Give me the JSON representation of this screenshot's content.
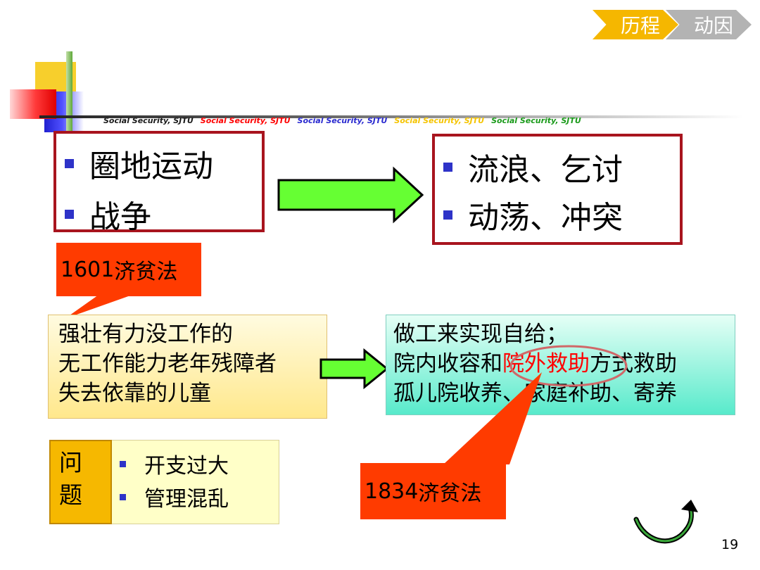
{
  "nav": {
    "current": "历程",
    "next": "动因"
  },
  "banner": [
    {
      "text": "Social Security,  SJTU",
      "color": "#1a1a1a"
    },
    {
      "text": "Social Security,  SJTU",
      "color": "#ff0000"
    },
    {
      "text": "Social Security,  SJTU",
      "color": "#2a2ad0"
    },
    {
      "text": "Social Security,  SJTU",
      "color": "#f5c400"
    },
    {
      "text": "Social Security,  SJTU",
      "color": "#1a9a1a"
    }
  ],
  "causes": [
    "圈地运动",
    "战争"
  ],
  "effects": [
    "流浪、乞讨",
    "动荡、冲突"
  ],
  "law1601": {
    "year": "1601",
    "name": "济贫法"
  },
  "groups": [
    "强壮有力没工作的",
    "无工作能力老年残障者",
    "失去依靠的儿童"
  ],
  "measures": {
    "line1": "做工来实现自给；",
    "line2_before": "院内收容和",
    "line2_highlight": "院外救助",
    "line2_after": "方式救助",
    "line3": "孤儿院收养、家庭补助、寄养"
  },
  "problem": {
    "label_1": "问",
    "label_2": "题",
    "items": [
      "开支过大",
      "管理混乱"
    ]
  },
  "law1834": {
    "year": "1834",
    "name": "济贫法"
  },
  "page_number": "19",
  "colors": {
    "accent_yellow": "#f5b700",
    "arrow_green": "#66ff33",
    "callout_red": "#ff3b00",
    "box_border_red": "#a8141e",
    "bullet_blue": "#2e33c8",
    "highlight_red": "#ff0000"
  }
}
